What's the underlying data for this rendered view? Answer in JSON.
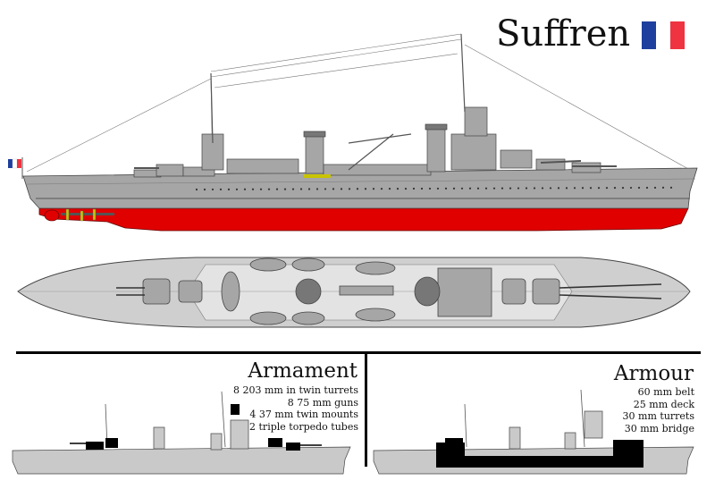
{
  "title": "Suffren",
  "flag_colors": [
    "#1f3f9e",
    "#ffffff",
    "#ef3340"
  ],
  "hull_colors": {
    "upper": "#a6a6a6",
    "lower": "#e00000",
    "deck": "#d9d9d9",
    "armour": "#000000",
    "propeller": "#c8c400"
  },
  "armament": {
    "heading": "Armament",
    "items": [
      "8 203 mm in twin turrets",
      "8 75 mm guns",
      "4 37 mm twin mounts",
      "2 triple torpedo tubes"
    ]
  },
  "armour": {
    "heading": "Armour",
    "items": [
      "60 mm belt",
      "25 mm deck",
      "30 mm turrets",
      "30 mm bridge"
    ]
  }
}
